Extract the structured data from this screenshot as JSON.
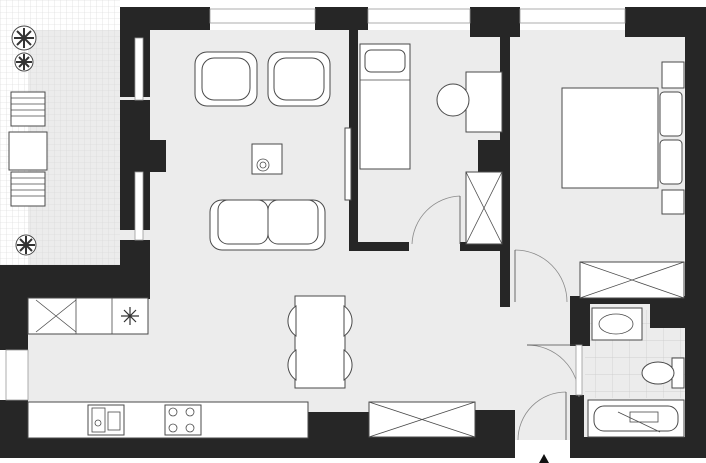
{
  "plan": {
    "rooms": [
      {
        "name": "balcony"
      },
      {
        "name": "living-room"
      },
      {
        "name": "small-bedroom"
      },
      {
        "name": "bedroom"
      },
      {
        "name": "kitchen-dining"
      },
      {
        "name": "bathroom"
      }
    ],
    "icons": [
      "plant-icon",
      "snowflake-icon",
      "entrance-arrow-icon"
    ]
  }
}
